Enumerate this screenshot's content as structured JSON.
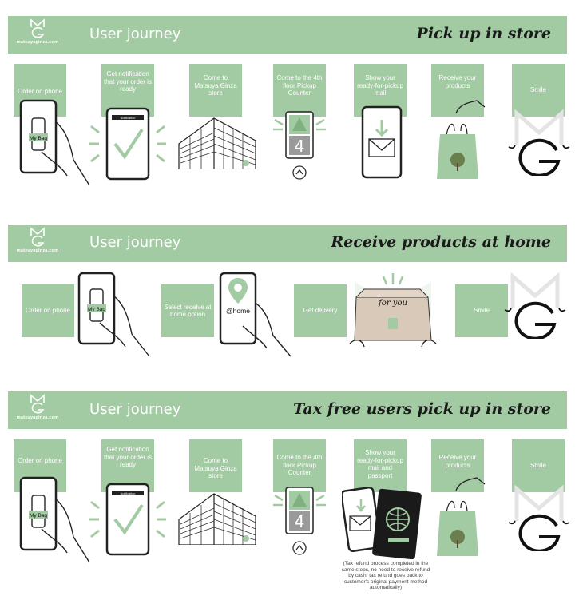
{
  "logo": {
    "site": "matsuyaginza.com"
  },
  "journeys": [
    {
      "title": "User journey",
      "subtitle": "Pick up in store",
      "steps": [
        {
          "label": "Order on phone"
        },
        {
          "label": "Get notification that your order is ready"
        },
        {
          "label": "Come to Matsuya Ginza store"
        },
        {
          "label": "Come to the 4th floor Pickup Counter"
        },
        {
          "label": "Show your ready-for-pickup mail"
        },
        {
          "label": "Receive your products"
        },
        {
          "label": "Smile"
        }
      ]
    },
    {
      "title": "User journey",
      "subtitle": "Receive products at home",
      "steps": [
        {
          "label": "Order on phone"
        },
        {
          "label": "Select receive at home option"
        },
        {
          "label": "Get delivery"
        },
        {
          "label": "Smile"
        }
      ]
    },
    {
      "title": "User journey",
      "subtitle": "Tax free users pick up in store",
      "steps": [
        {
          "label": "Order on phone"
        },
        {
          "label": "Get notification that your order is ready"
        },
        {
          "label": "Come to Matsuya Ginza store"
        },
        {
          "label": "Come to the 4th floor Pickup Counter"
        },
        {
          "label": "Show your ready-for-pickup mail and passport"
        },
        {
          "label": "Receive your products"
        },
        {
          "label": "Smile"
        }
      ],
      "note": "(Tax refund process completed in the same steps, no need to receive refund by cash, tax refund goes back to customer's original payment method automatically)"
    }
  ],
  "phone": {
    "bag": "My Bag",
    "home": "@home",
    "notice": "Notification"
  },
  "counter": {
    "floor": "4"
  },
  "box": {
    "text": "for you"
  },
  "colors": {
    "accent": "#a3cba3",
    "accent_dark": "#7fb07f",
    "ink": "#1a1a1a",
    "cardboard": "#d9c9b8"
  }
}
